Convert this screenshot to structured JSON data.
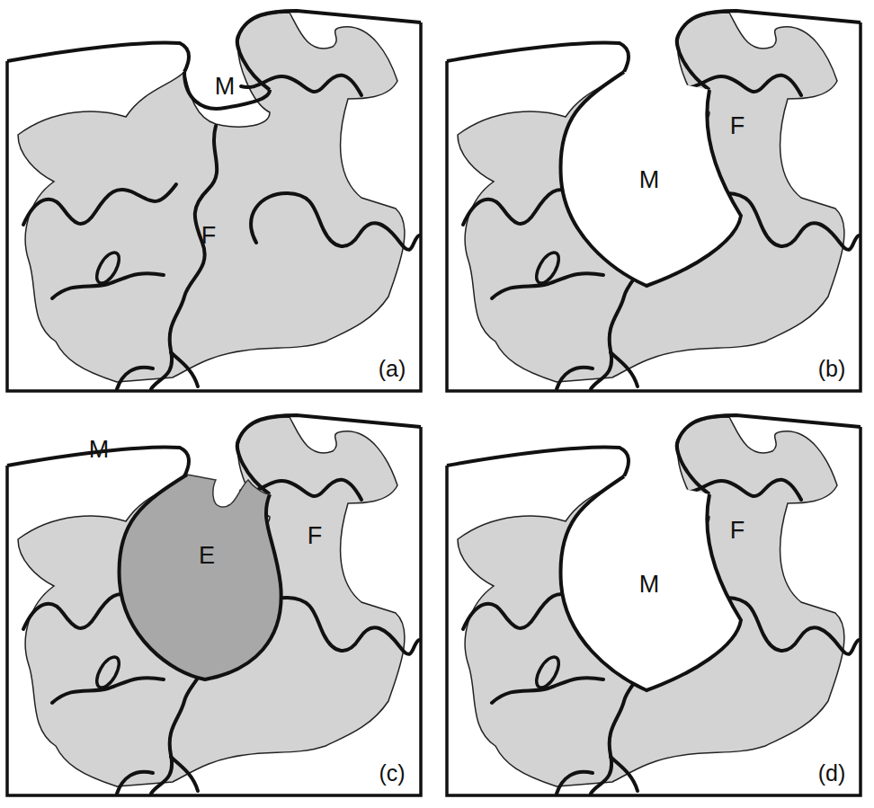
{
  "diagram": {
    "labels": [
      "M",
      "F",
      "(a)",
      "M",
      "F",
      "(b)",
      "M",
      "E",
      "F",
      "(c)",
      "M",
      "F",
      "(d)"
    ]
  }
}
